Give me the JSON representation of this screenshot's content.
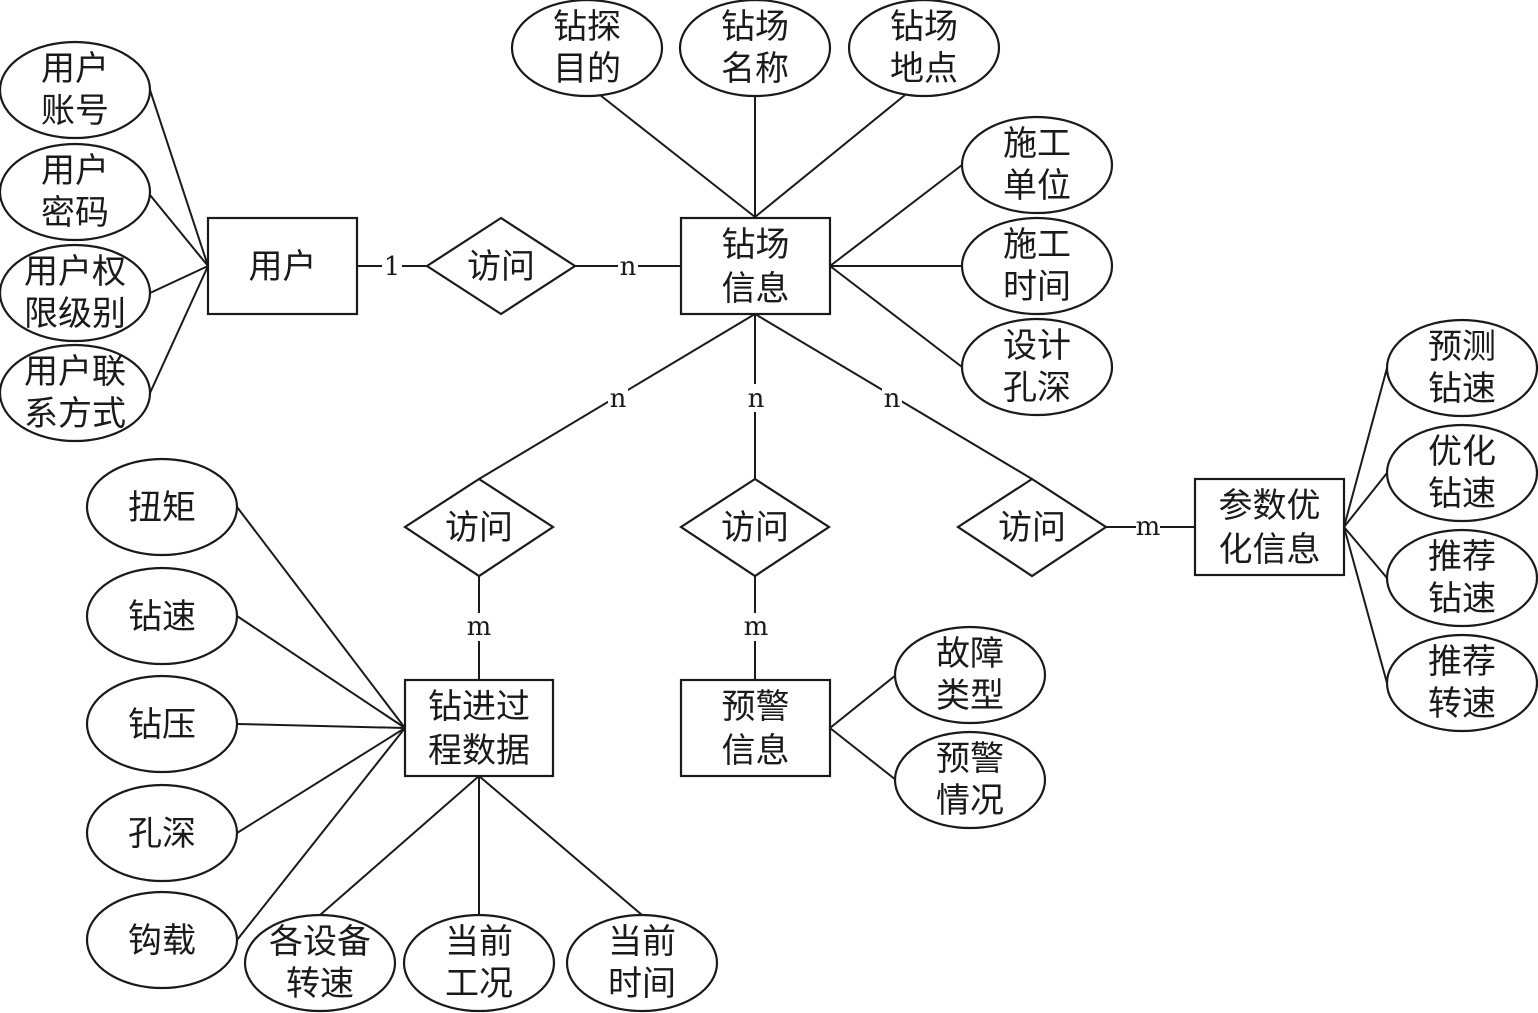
{
  "entities": {
    "user": [
      "用户"
    ],
    "drill_site": [
      "钻场",
      "信息"
    ],
    "drilling_process": [
      "钻进过",
      "程数据"
    ],
    "warning": [
      "预警",
      "信息"
    ],
    "param_opt": [
      "参数优",
      "化信息"
    ]
  },
  "relationships": {
    "visit_user": "访问",
    "visit_process": "访问",
    "visit_warning": "访问",
    "visit_param": "访问"
  },
  "attributes": {
    "user_account": [
      "用户",
      "账号"
    ],
    "user_password": [
      "用户",
      "密码"
    ],
    "user_level": [
      "用户权",
      "限级别"
    ],
    "user_contact": [
      "用户联",
      "系方式"
    ],
    "drill_purpose": [
      "钻探",
      "目的"
    ],
    "site_name": [
      "钻场",
      "名称"
    ],
    "site_location": [
      "钻场",
      "地点"
    ],
    "construction_unit": [
      "施工",
      "单位"
    ],
    "construction_time": [
      "施工",
      "时间"
    ],
    "design_depth": [
      "设计",
      "孔深"
    ],
    "predicted_speed": [
      "预测",
      "钻速"
    ],
    "optimized_speed": [
      "优化",
      "钻速"
    ],
    "recommended_speed": [
      "推荐",
      "钻速"
    ],
    "recommended_rotation": [
      "推荐",
      "转速"
    ],
    "torque": [
      "扭矩"
    ],
    "drill_speed": [
      "钻速"
    ],
    "drill_pressure": [
      "钻压"
    ],
    "hole_depth": [
      "孔深"
    ],
    "hook_load": [
      "钩载"
    ],
    "equipment_speed": [
      "各设备",
      "转速"
    ],
    "current_condition": [
      "当前",
      "工况"
    ],
    "current_time": [
      "当前",
      "时间"
    ],
    "fault_type": [
      "故障",
      "类型"
    ],
    "warning_status": [
      "预警",
      "情况"
    ]
  },
  "cardinalities": {
    "user_side": "1",
    "site_side_user": "n",
    "site_side_process": "n",
    "site_side_warning": "n",
    "site_side_param": "n",
    "process_side": "m",
    "warning_side": "m",
    "param_side": "m"
  }
}
